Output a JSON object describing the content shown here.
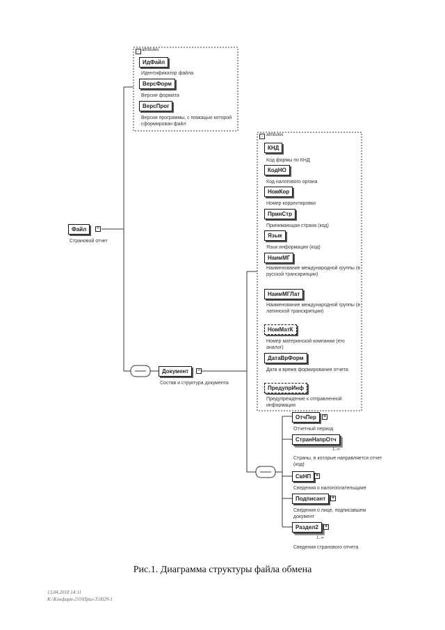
{
  "root": {
    "name": "Файл",
    "desc": "Страновой отчет"
  },
  "attributes_label": "attributes",
  "file_attributes": [
    {
      "name": "ИдФайл",
      "desc": "Идентификатор файла"
    },
    {
      "name": "ВерсФорм",
      "desc": "Версия формата"
    },
    {
      "name": "ВерсПрог",
      "desc": "Версия программы, с помощью которой сформирован файл"
    }
  ],
  "document": {
    "name": "Документ",
    "desc": "Состав и структура документа"
  },
  "doc_attributes": [
    {
      "name": "КНД",
      "desc": "Код формы по КНД"
    },
    {
      "name": "КодНО",
      "desc": "Код налогового органа"
    },
    {
      "name": "НомКор",
      "desc": "Номер корректировки"
    },
    {
      "name": "ПринСтр",
      "desc": "Принимающая страна (код)"
    },
    {
      "name": "Язык",
      "desc": "Язык информации (код)"
    },
    {
      "name": "НаимМГ",
      "desc": "Наименование международной группы (в русской транскрипции)"
    },
    {
      "name": "НаимМГЛат",
      "desc": "Наименование международной группы (в латинской транскрипции)"
    },
    {
      "name": "НомМатК",
      "desc": "Номер материнской компании (его аналог)"
    },
    {
      "name": "ДатаВрФорм",
      "desc": "Дата и время формирования отчета"
    },
    {
      "name": "ПредупрИнф",
      "desc": "Предупреждение к отправленной информации"
    }
  ],
  "doc_children": [
    {
      "name": "ОтчПер",
      "desc": "Отчетный период"
    },
    {
      "name": "СтранНапрОтч",
      "desc": "Страны, в которые направляется отчет (код)",
      "card": "1..∞"
    },
    {
      "name": "СвНП",
      "desc": "Сведения о налогоплательщике"
    },
    {
      "name": "Подписант",
      "desc": "Сведения о лице, подписавшем документ"
    },
    {
      "name": "Раздел2",
      "desc": "Сведения странового отчета",
      "card": "1..∞"
    }
  ],
  "caption": "Рис.1. Диаграмма структуры файла обмена",
  "footer": {
    "line1": "13.04.2018 14:11",
    "line2": "К:\\Kонфирм-2\\О\\Прил-Т.0029-1"
  }
}
